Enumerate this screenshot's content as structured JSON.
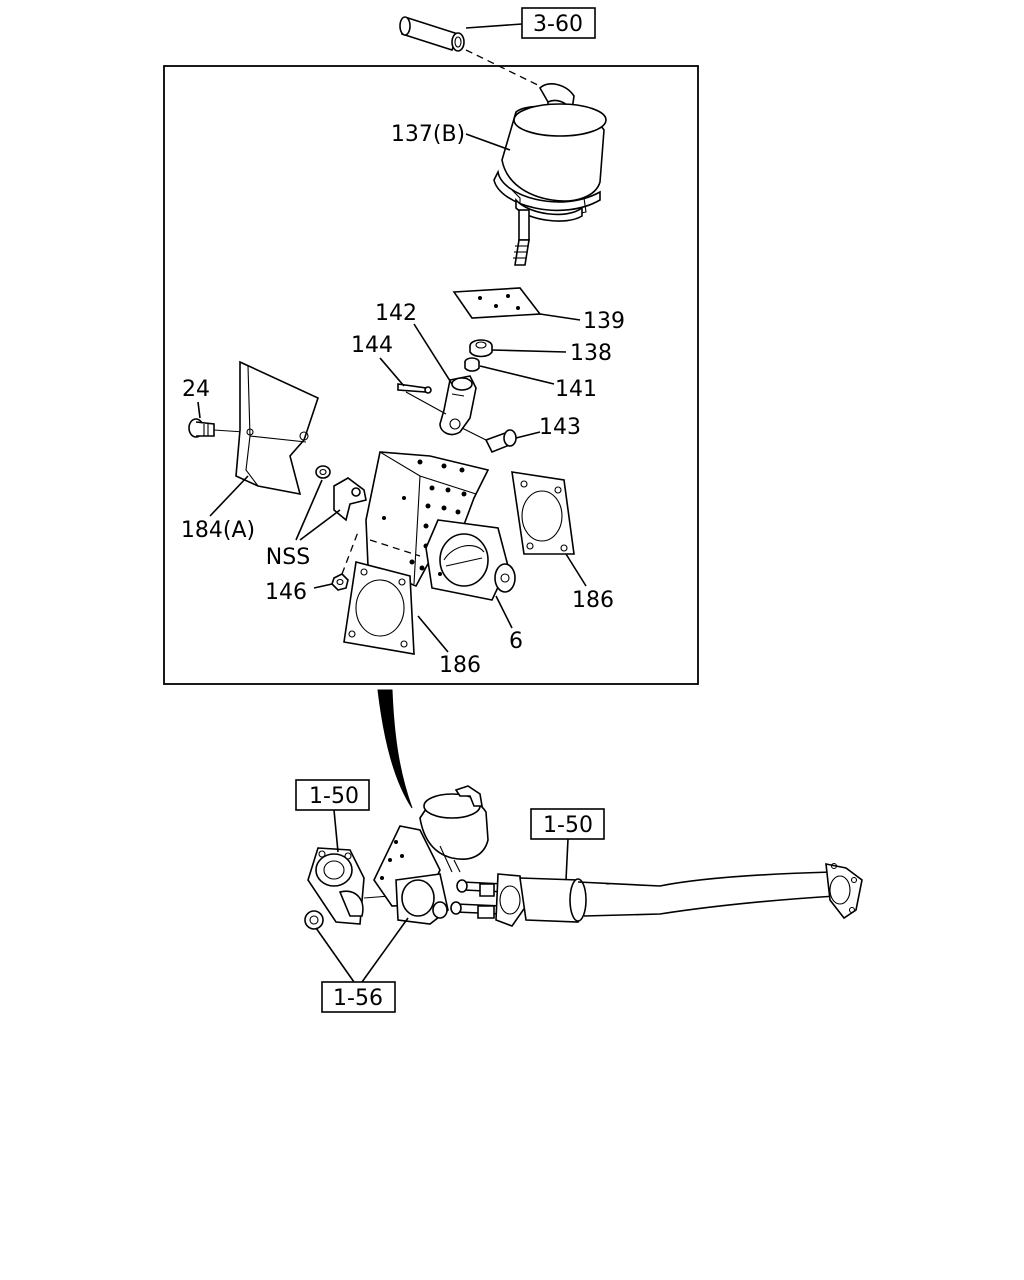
{
  "callouts": {
    "part_137": "137(B)",
    "part_139": "139",
    "part_142": "142",
    "part_144": "144",
    "part_138": "138",
    "part_141": "141",
    "part_24": "24",
    "part_143": "143",
    "part_184": "184(A)",
    "part_nss": "NSS",
    "part_146": "146",
    "part_186_right": "186",
    "part_186_bottom": "186",
    "part_6": "6"
  },
  "references": {
    "top": "3-60",
    "left": "1-50",
    "right": "1-50",
    "bottom": "1-56"
  }
}
